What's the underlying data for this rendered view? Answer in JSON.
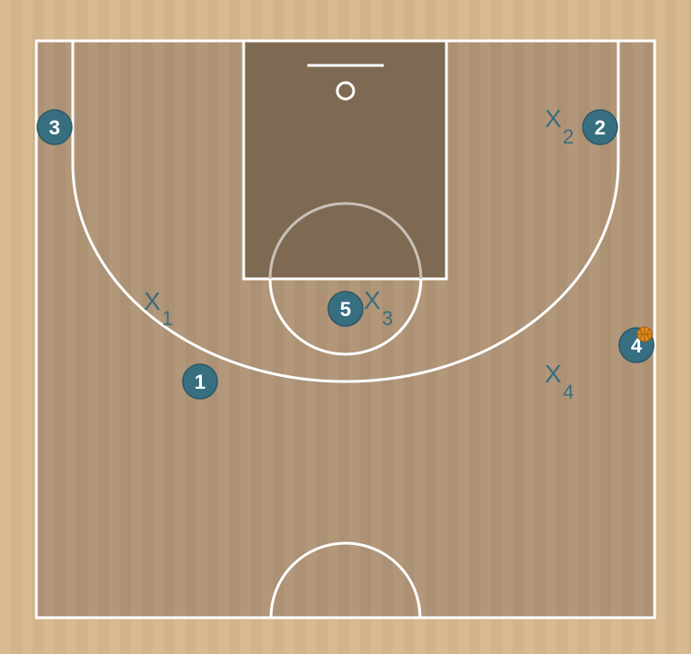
{
  "court": {
    "floor_color": "#d6b78f",
    "court_color": "#b09577",
    "paint_color": "#7e6a52",
    "line_color": "#ffffff"
  },
  "offense": [
    {
      "label": "3",
      "role": "corner-left"
    },
    {
      "label": "2",
      "role": "corner-right"
    },
    {
      "label": "5",
      "role": "high-post"
    },
    {
      "label": "4",
      "role": "wing-right",
      "has_ball": true
    },
    {
      "label": "1",
      "role": "wing-left"
    }
  ],
  "defense": [
    {
      "letter": "X",
      "number": "1"
    },
    {
      "letter": "X",
      "number": "2"
    },
    {
      "letter": "X",
      "number": "3"
    },
    {
      "letter": "X",
      "number": "4"
    }
  ],
  "colors": {
    "player_fill": "#386f80",
    "defender_text": "#3b6d7c",
    "ball": "#e08a1e"
  },
  "icons": {
    "ball": "basketball-icon"
  }
}
